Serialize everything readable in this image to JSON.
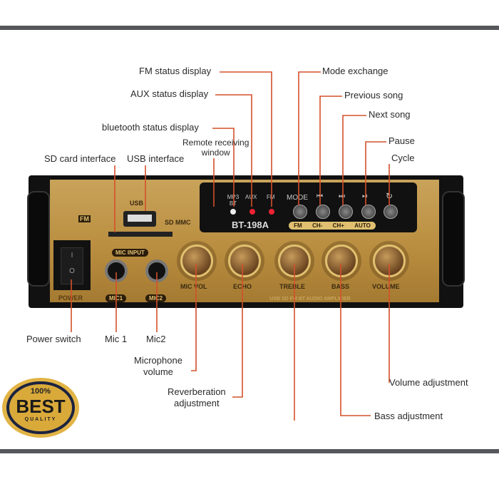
{
  "callouts": {
    "fm_status": "FM status display",
    "aux_status": "AUX status display",
    "bt_status": "bluetooth status display",
    "remote_line1": "Remote receiving",
    "remote_line2": "window",
    "sd_card": "SD card interface",
    "usb": "USB interface",
    "mode": "Mode exchange",
    "prev": "Previous song",
    "next": "Next song",
    "pause": "Pause",
    "cycle": "Cycle",
    "power": "Power switch",
    "mic1": "Mic 1",
    "mic2": "Mic2",
    "micvol_line1": "Microphone",
    "micvol_line2": "volume",
    "reverb_line1": "Reverberation",
    "reverb_line2": "adjustment",
    "volume_adj": "Volume adjustment",
    "bass_adj": "Bass adjustment"
  },
  "panel": {
    "usb": "USB",
    "sd_mmc": "SD MMC",
    "mic_input": "MIC INPUT",
    "power": "POWER",
    "mic1": "MIC1",
    "mic2": "MIC2",
    "mp3_bt": "MP3 BT",
    "aux": "AUX",
    "fm": "FM",
    "mode": "MODE",
    "prev_sym": "⏮",
    "next_sym": "⏭",
    "play_sym": "⏯",
    "cycle_sym": "↻",
    "model": "BT-198A",
    "sub_fm": "FM",
    "sub_chm": "CH-",
    "sub_chp": "CH+",
    "sub_auto": "AUTO",
    "mic_vol": "MIC VOL",
    "echo": "ECHO",
    "treble": "TREBLE",
    "bass": "BASS",
    "volume": "VOLUME",
    "footer": "USB SD FM BT AUDIO AMPLIFIER",
    "logo_fm": "FM"
  },
  "badge": {
    "top": "100%",
    "main": "BEST",
    "bottom": "QUALITY"
  },
  "colors": {
    "line": "#d4502a",
    "bar": "#56575b",
    "gold": "#c9a35a"
  }
}
